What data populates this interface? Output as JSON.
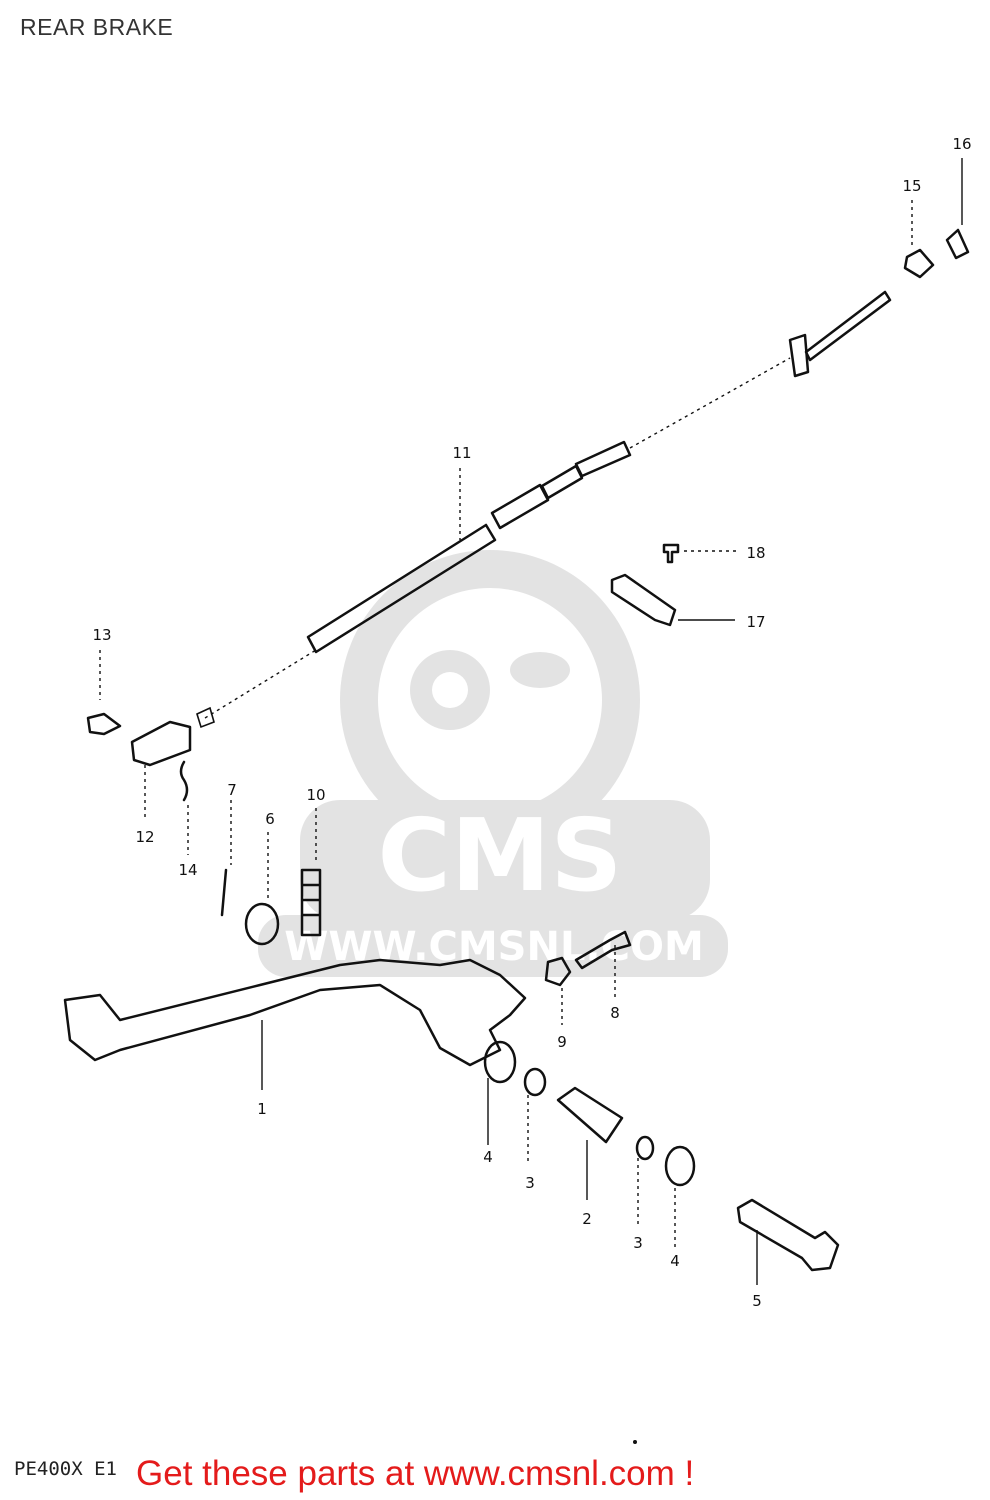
{
  "title": "REAR BRAKE",
  "watermark": {
    "brand": "CMS",
    "url": "WWW.CMSNL.COM"
  },
  "parts": [
    {
      "label": "1"
    },
    {
      "label": "2"
    },
    {
      "label": "3"
    },
    {
      "label": "3"
    },
    {
      "label": "4"
    },
    {
      "label": "4"
    },
    {
      "label": "5"
    },
    {
      "label": "6"
    },
    {
      "label": "7"
    },
    {
      "label": "8"
    },
    {
      "label": "9"
    },
    {
      "label": "10"
    },
    {
      "label": "11"
    },
    {
      "label": "12"
    },
    {
      "label": "13"
    },
    {
      "label": "14"
    },
    {
      "label": "15"
    },
    {
      "label": "16"
    },
    {
      "label": "17"
    },
    {
      "label": "18"
    }
  ],
  "footer": {
    "model_code": "PE400X E1",
    "cta": "Get these parts at www.cmsnl.com !"
  },
  "colors": {
    "cta": "#e41b1b",
    "watermark": "#e3e3e3"
  }
}
